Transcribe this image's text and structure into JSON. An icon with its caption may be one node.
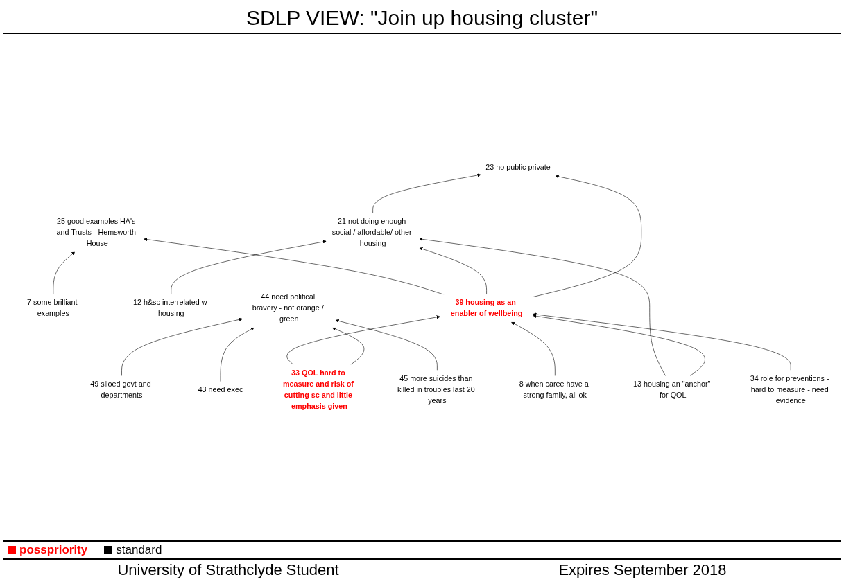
{
  "diagram": {
    "title": "SDLP VIEW: \"Join up housing cluster\"",
    "nodes": [
      {
        "text": [
          "25 good examples HA's and Trusts - Hemsworth House"
        ]
      },
      {
        "text": [
          "21 not doing enough social / affordable/ other housing"
        ]
      },
      {
        "text": [
          "23 no public private"
        ]
      },
      {
        "text": [
          "7 some brilliant examples"
        ]
      },
      {
        "text": [
          "12 h&sc interrelated w housing"
        ]
      },
      {
        "text": [
          "44 need political bravery - not orange / green"
        ]
      },
      {
        "text": [
          "39 housing as an enabler of wellbeing"
        ]
      },
      {
        "text": [
          "43 need exec"
        ]
      },
      {
        "text": [
          "8 when caree have a strong family, all ok"
        ]
      },
      {
        "text": [
          "33 QOL hard to measure and risk of cutting sc and little emphasis given"
        ]
      },
      {
        "text": [
          "13 housing an \"anchor\" for QOL"
        ]
      },
      {
        "text": [
          "45 more suicides than killed in troubles last 20 years"
        ]
      },
      {
        "text": [
          "34 role for preventions - hard to measure - need evidence"
        ]
      },
      {
        "text": [
          "49 siloed govt and departments"
        ]
      }
    ],
    "edges": [
      {
        "from": 3,
        "to": 0,
        "arrow": "to"
      },
      {
        "from": 4,
        "to": 1,
        "arrow": "to"
      },
      {
        "from": 1,
        "to": 2,
        "arrow": "to"
      },
      {
        "from": 6,
        "to": 0,
        "arrow": "to"
      },
      {
        "from": 6,
        "to": 1,
        "arrow": "to"
      },
      {
        "from": 10,
        "to": 1,
        "arrow": "to"
      },
      {
        "from": 6,
        "to": 2,
        "arrow": "to"
      },
      {
        "from": 10,
        "to": 6,
        "arrow": "to"
      },
      {
        "from": 9,
        "to": 6,
        "arrow": "to"
      },
      {
        "from": 9,
        "to": 5,
        "arrow": "to"
      },
      {
        "from": 8,
        "to": 6,
        "arrow": "to"
      },
      {
        "from": 12,
        "to": 6,
        "arrow": "to"
      },
      {
        "from": 13,
        "to": 5,
        "arrow": "to"
      },
      {
        "from": 7,
        "to": 5,
        "arrow": "to"
      },
      {
        "from": 11,
        "to": 5,
        "arrow": "to"
      }
    ],
    "labels": [
      "University of Strathclyde Student",
      "Expires September 2018"
    ],
    "legend": [
      {
        "text": "posspriority",
        "color": "#ff0000"
      },
      {
        "text": "standard",
        "color": "#000000"
      }
    ]
  }
}
